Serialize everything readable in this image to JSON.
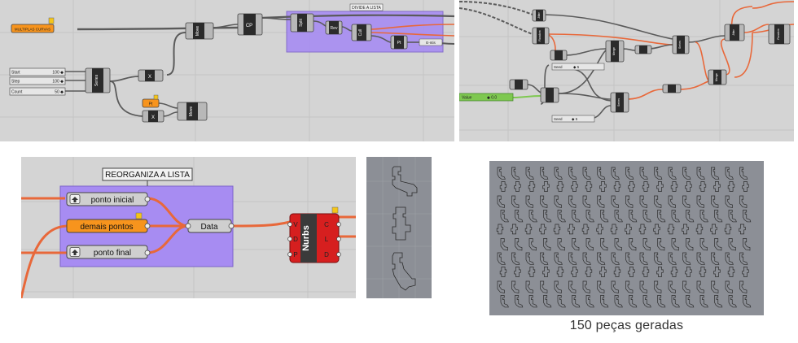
{
  "colors": {
    "canvas": "#d4d4d4",
    "group": "#a78cf2",
    "wire_orange": "#e8683a",
    "wire_dark": "#5a5a5a",
    "component": "#b8b8b8",
    "panel_orange": "#f7941d",
    "nurbs_red": "#d61f1f",
    "slider_green": "#7ec850",
    "sheet": "#8c8f96"
  },
  "panel_a": {
    "input_label": "MULTIPLAS CURVAS",
    "group_label": "DIVIDE A LISTA",
    "sliders": [
      {
        "name": "Start",
        "value": "100 ◆"
      },
      {
        "name": "Step",
        "value": "100 ◆"
      },
      {
        "name": "Count",
        "value": "50 ◆"
      }
    ],
    "components": [
      "Move",
      "CP",
      "Split",
      "Rev",
      "Cull",
      "Pt",
      "Series",
      "X",
      "X",
      "Move"
    ],
    "orange_param": "Pt",
    "entity_label": "E-ntis"
  },
  "panel_b": {
    "sliders": [
      {
        "name": "Seed",
        "value": "◆ 5"
      },
      {
        "name": "Seed",
        "value": "◆ 5"
      }
    ],
    "green_slider": {
      "name": "Value",
      "value": "◆ 0.0"
    },
    "components": [
      "Jitter",
      "Random",
      "Merge",
      "Series",
      "Jitter",
      "Random",
      "Merge",
      "Series"
    ]
  },
  "panel_c": {
    "group_label": "REORGANIZA A LISTA",
    "params": [
      {
        "label": "ponto inicial",
        "icon": "up-arrow-icon"
      },
      {
        "label": "demais pontos",
        "icon": ""
      },
      {
        "label": "ponto final",
        "icon": "up-arrow-icon"
      }
    ],
    "data_label": "Data",
    "nurbs": {
      "title": "Nurbs",
      "inputs": [
        "V",
        "D",
        "P"
      ],
      "outputs": [
        "C",
        "L",
        "D"
      ]
    }
  },
  "caption": "150 peças geradas"
}
